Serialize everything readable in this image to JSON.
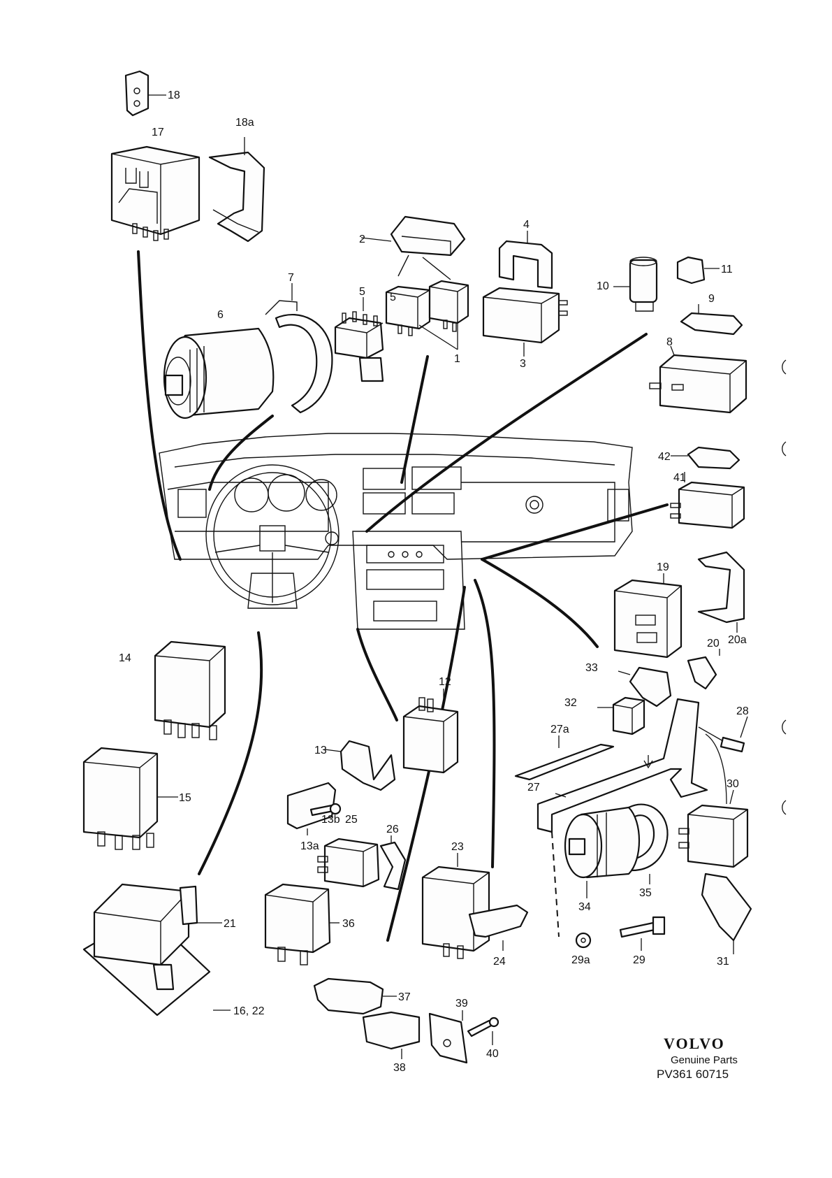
{
  "diagram": {
    "labels": {
      "l1": "1",
      "l2": "2",
      "l3": "3",
      "l4": "4",
      "l5": "5",
      "l6": "6",
      "l7": "7",
      "l8": "8",
      "l9": "9",
      "l10": "10",
      "l11": "11",
      "l12": "12",
      "l13": "13",
      "l13a": "13a",
      "l13b": "13b",
      "l14": "14",
      "l15": "15",
      "l16_22": "16, 22",
      "l17": "17",
      "l18": "18",
      "l18a": "18a",
      "l19": "19",
      "l20": "20",
      "l20a": "20a",
      "l21": "21",
      "l23": "23",
      "l24": "24",
      "l25": "25",
      "l26": "26",
      "l27": "27",
      "l27a": "27a",
      "l28": "28",
      "l29": "29",
      "l29a": "29a",
      "l30": "30",
      "l31": "31",
      "l32": "32",
      "l33": "33",
      "l34": "34",
      "l35": "35",
      "l36": "36",
      "l37": "37",
      "l38": "38",
      "l39": "39",
      "l40": "40",
      "l41": "41",
      "l42": "42"
    }
  },
  "brand": {
    "logo": "VOLVO",
    "subtitle": "Genuine Parts",
    "reference": "PV361 60715"
  }
}
